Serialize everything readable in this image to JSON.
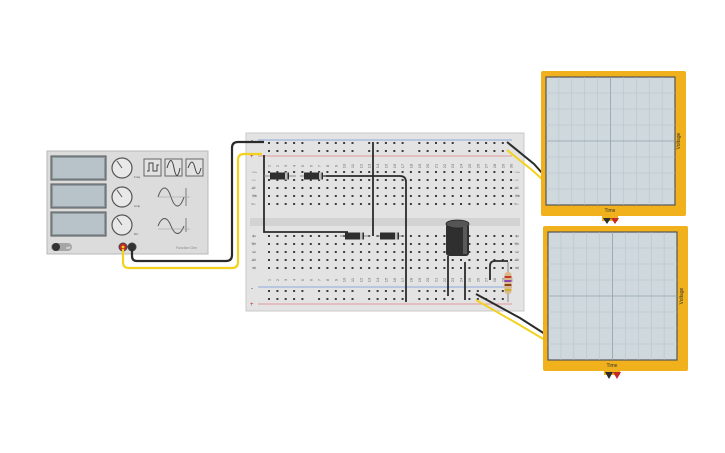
{
  "function_generator": {
    "power_label": "off",
    "logo_text": "Function Gen",
    "waveforms": [
      "square-wave-icon",
      "sine-wave-icon",
      "triangle-wave-icon"
    ],
    "knob_labels": [
      "Freq",
      "Amp",
      "DC"
    ],
    "display_values": [
      "",
      "",
      ""
    ]
  },
  "breadboard": {
    "column_numbers": [
      "1",
      "2",
      "3",
      "4",
      "5",
      "6",
      "7",
      "8",
      "9",
      "10",
      "11",
      "12",
      "13",
      "14",
      "15",
      "16",
      "17",
      "18",
      "19",
      "20",
      "21",
      "22",
      "23",
      "24",
      "25",
      "26",
      "27",
      "28",
      "29",
      "30"
    ],
    "top_row_letters": [
      "j",
      "i",
      "h",
      "g",
      "f"
    ],
    "bottom_row_letters": [
      "e",
      "d",
      "c",
      "b",
      "a"
    ],
    "rail_plus": "+",
    "rail_minus": "-"
  },
  "oscilloscopes": [
    {
      "x_axis_label": "Time",
      "y_axis_label": "Voltage"
    },
    {
      "x_axis_label": "Time",
      "y_axis_label": "Voltage"
    }
  ],
  "colors": {
    "scope_frame": "#f0b11c",
    "scope_screen": "#cfd8dc",
    "wire_yellow": "#f2d21f",
    "wire_black": "#2b2b2b",
    "breadboard": "#e3e3e3",
    "rail_red": "#e05050",
    "generator_body": "#dcdcdc"
  }
}
